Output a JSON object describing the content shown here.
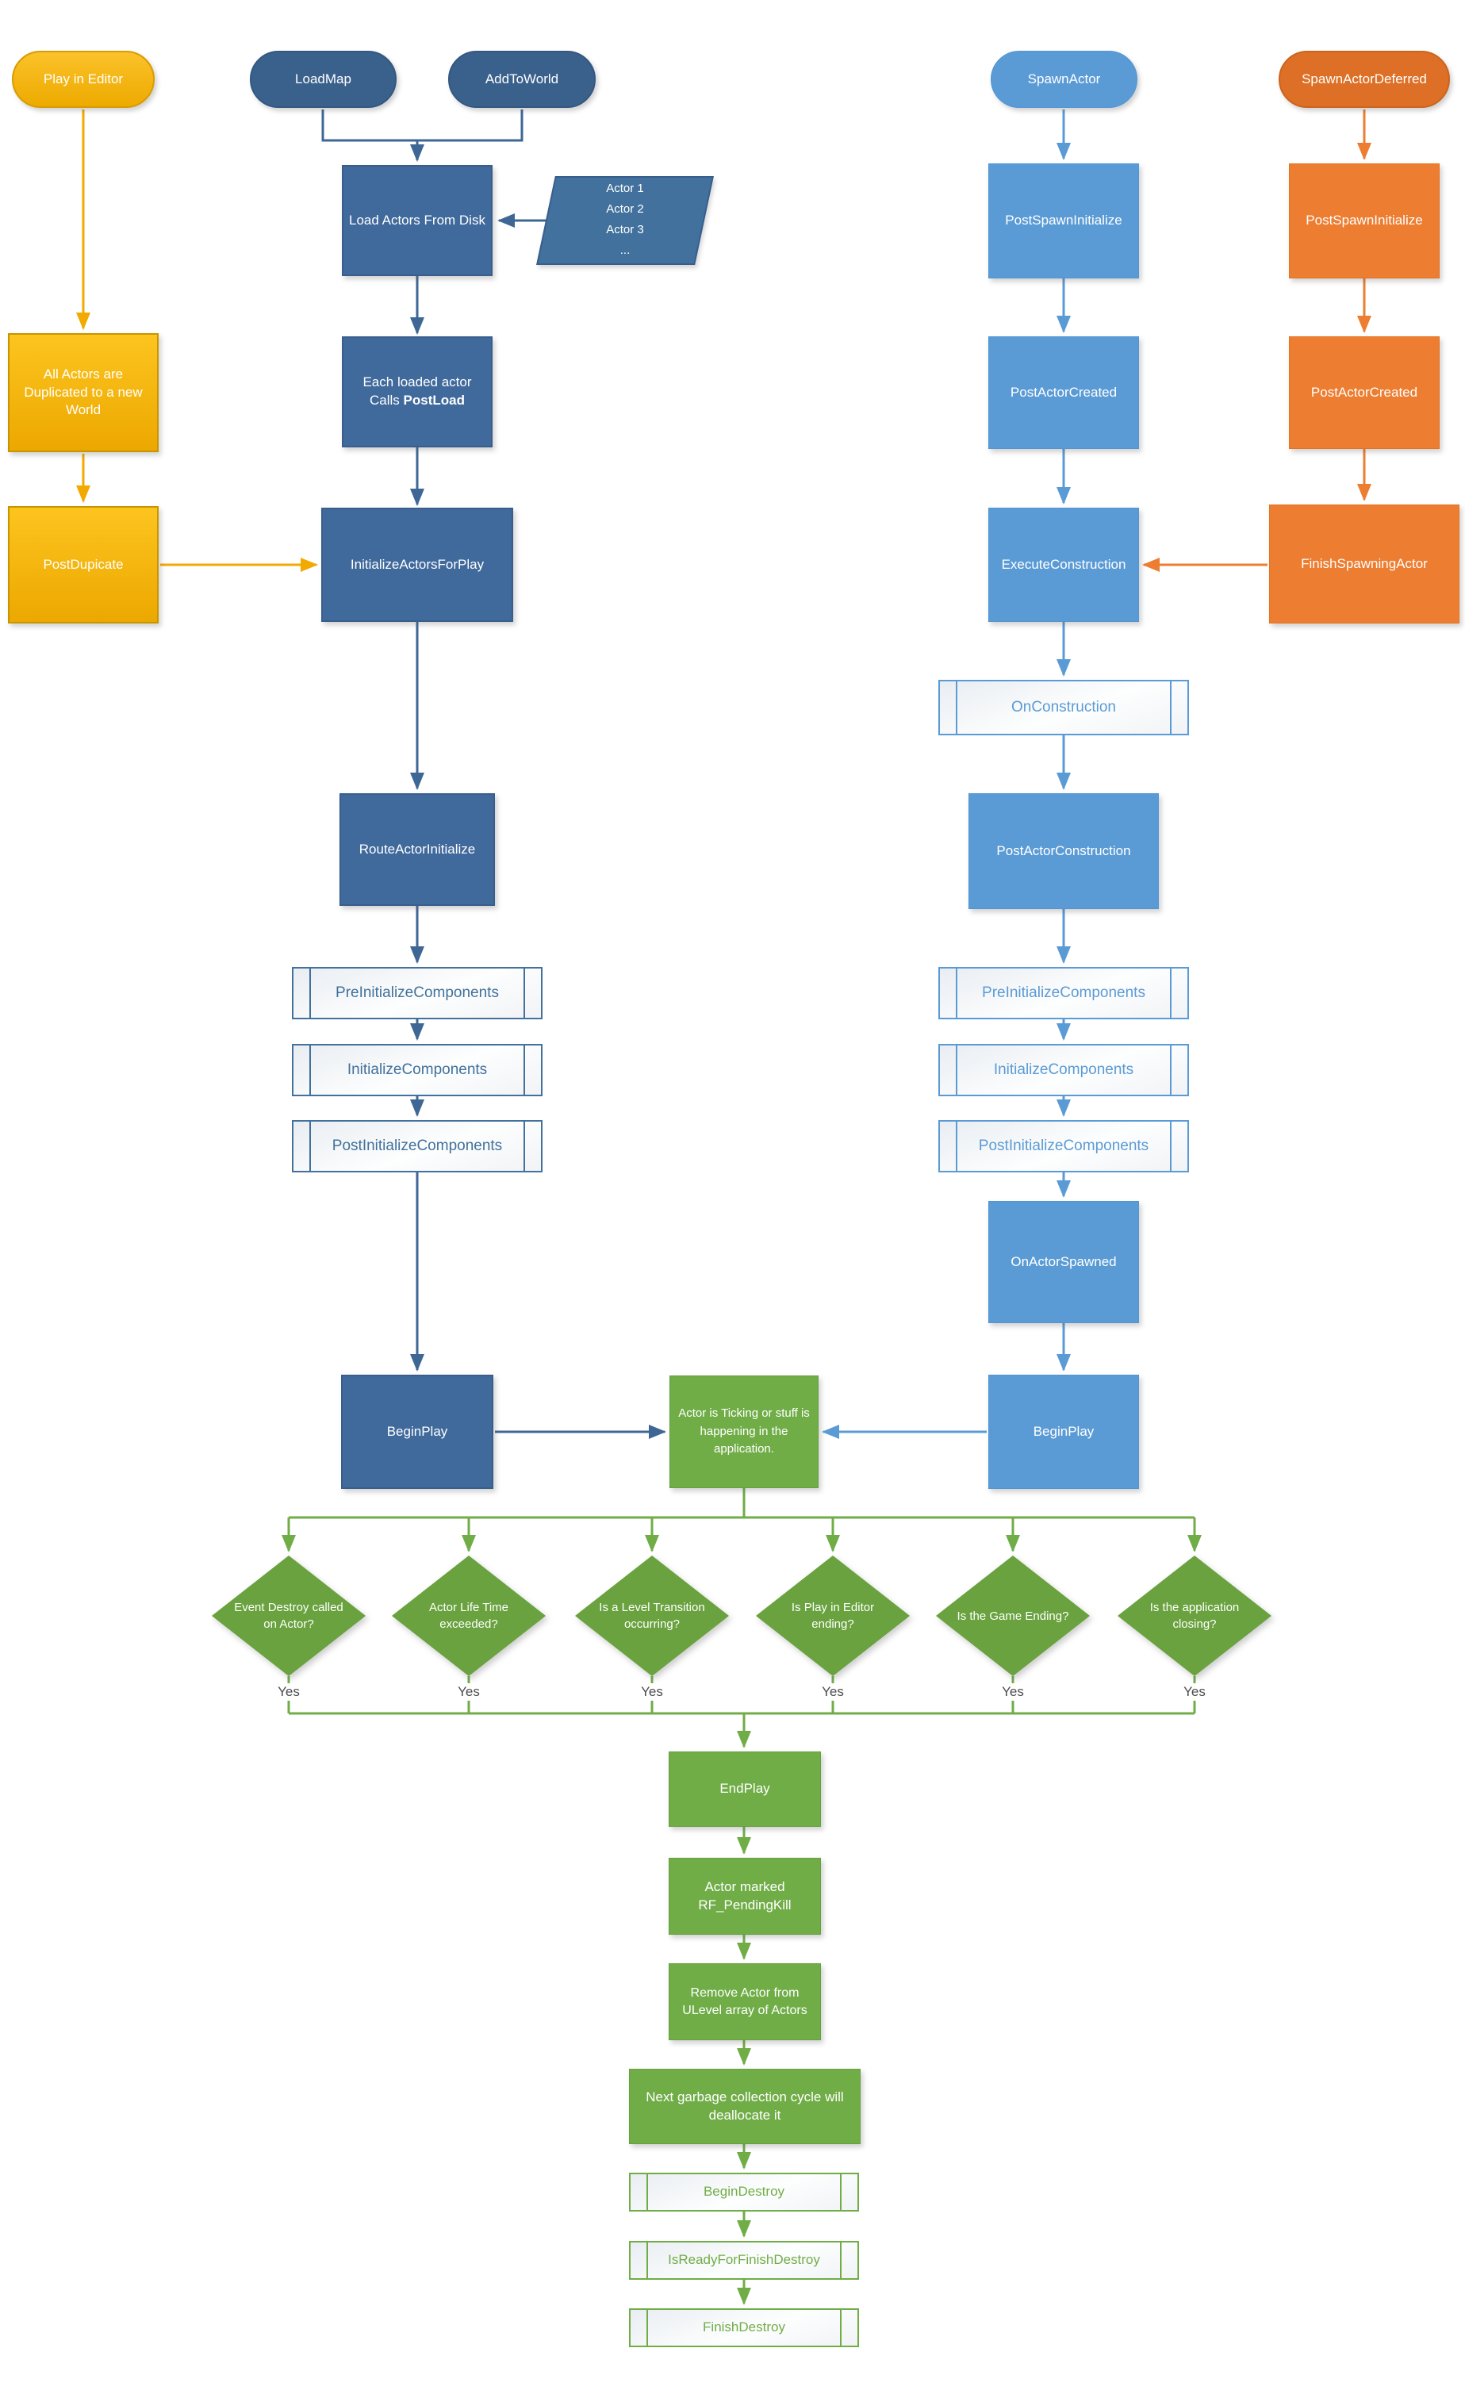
{
  "colors": {
    "gold": "#EDAA00",
    "dark_blue": "#40699C",
    "light_blue": "#5B9BD5",
    "orange": "#ED7D31",
    "green": "#70AD47"
  },
  "nodes": {
    "play_in_editor": "Play in Editor",
    "load_map": "LoadMap",
    "add_to_world": "AddToWorld",
    "spawn_actor": "SpawnActor",
    "spawn_actor_deferred": "SpawnActorDeferred",
    "load_actors_from_disk": "Load Actors From Disk",
    "actor_list": [
      "Actor 1",
      "Actor 2",
      "Actor 3",
      "..."
    ],
    "all_actors_duplicated": "All Actors are Duplicated to a new World",
    "each_loaded_actor": {
      "line1": "Each loaded actor",
      "prefix": "Calls ",
      "bold": "PostLoad"
    },
    "post_dupicate": "PostDupicate",
    "initialize_actors_for_play": "InitializeActorsForPlay",
    "post_spawn_initialize_blue": "PostSpawnInitialize",
    "post_spawn_initialize_orange": "PostSpawnInitialize",
    "post_actor_created_blue": "PostActorCreated",
    "post_actor_created_orange": "PostActorCreated",
    "execute_construction": "ExecuteConstruction",
    "finish_spawning_actor": "FinishSpawningActor",
    "on_construction": "OnConstruction",
    "post_actor_construction": "PostActorConstruction",
    "route_actor_initialize": "RouteActorInitialize",
    "pre_initialize_components_left": "PreInitializeComponents",
    "initialize_components_left": "InitializeComponents",
    "post_initialize_components_left": "PostInitializeComponents",
    "pre_initialize_components_right": "PreInitializeComponents",
    "initialize_components_right": "InitializeComponents",
    "post_initialize_components_right": "PostInitializeComponents",
    "on_actor_spawned": "OnActorSpawned",
    "begin_play_left": "BeginPlay",
    "begin_play_right": "BeginPlay",
    "actor_ticking": "Actor is Ticking or stuff is happening in the application.",
    "end_play": "EndPlay",
    "actor_marked_pending_kill": "Actor marked RF_PendingKill",
    "remove_actor_from_ulevel": "Remove Actor from ULevel array of Actors",
    "next_garbage_collection": "Next garbage collection cycle will deallocate it",
    "begin_destroy": "BeginDestroy",
    "is_ready_for_finish_destroy": "IsReadyForFinishDestroy",
    "finish_destroy": "FinishDestroy"
  },
  "decisions": [
    {
      "label": "Event Destroy called on Actor?",
      "yes": "Yes"
    },
    {
      "label": "Actor Life Time exceeded?",
      "yes": "Yes"
    },
    {
      "label": "Is a Level Transition occurring?",
      "yes": "Yes"
    },
    {
      "label": "Is Play in Editor ending?",
      "yes": "Yes"
    },
    {
      "label": "Is the Game Ending?",
      "yes": "Yes"
    },
    {
      "label": "Is the application closing?",
      "yes": "Yes"
    }
  ]
}
